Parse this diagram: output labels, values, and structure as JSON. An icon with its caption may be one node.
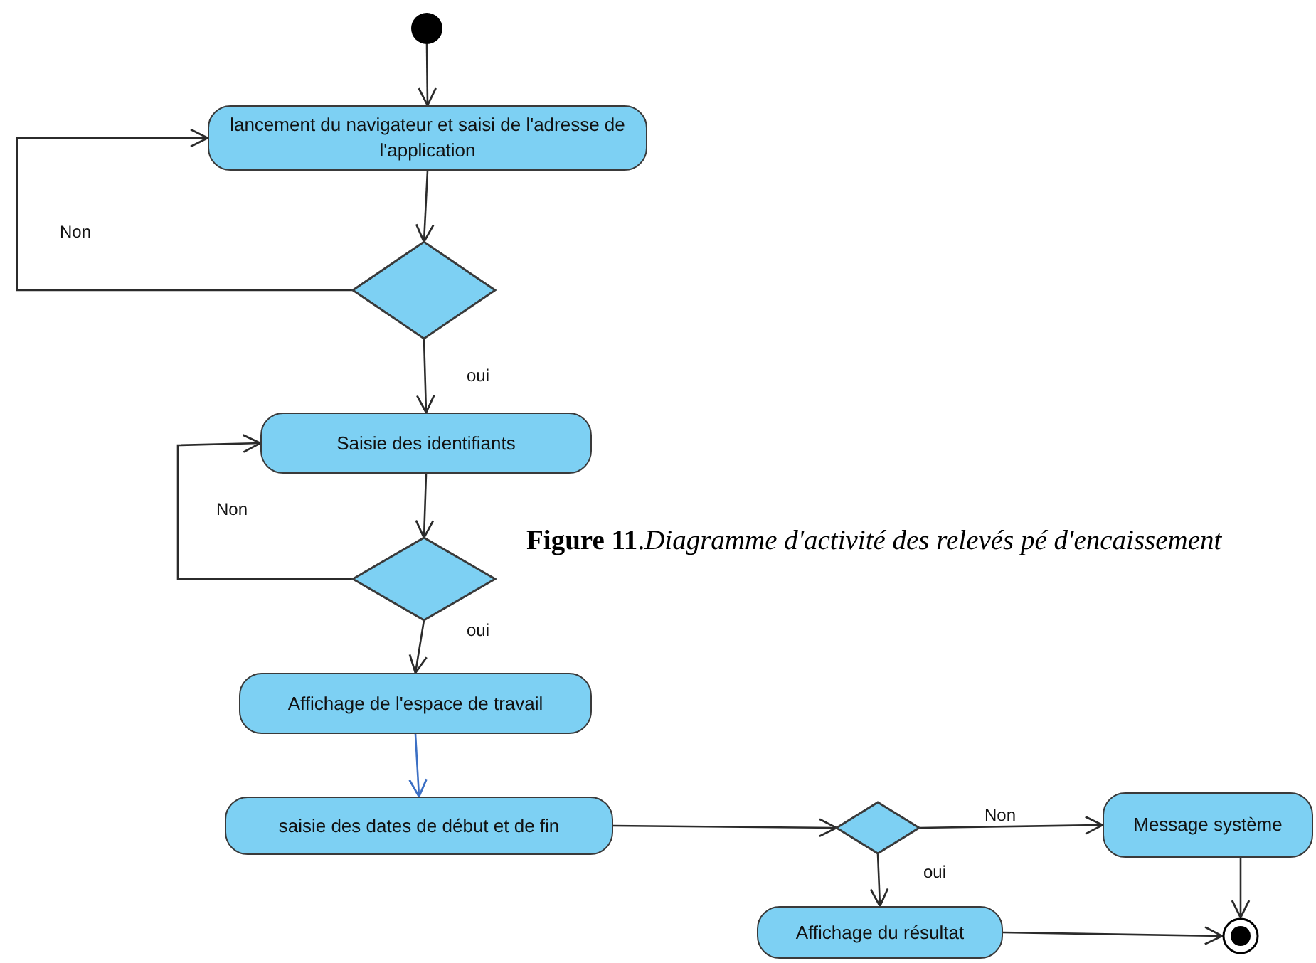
{
  "diagram": {
    "caption": "**Figure 11**.*Diagramme d'activité des relevés pé d'encaissement*",
    "nodes": [
      {
        "text": [],
        "shape": "circle"
      },
      {
        "text": [
          "lancement du navigateur et saisi de l'adresse de l'application"
        ]
      },
      {
        "text": [],
        "shape": "diamond"
      },
      {
        "text": [
          "Saisie des identifiants"
        ]
      },
      {
        "text": [],
        "shape": "diamond"
      },
      {
        "text": [
          "Affichage de l'espace de travail"
        ]
      },
      {
        "text": [
          "saisie des dates de début et de fin"
        ]
      },
      {
        "text": [],
        "shape": "diamond"
      },
      {
        "text": [
          "Message système"
        ]
      },
      {
        "text": [
          "Affichage du résultat"
        ]
      },
      {
        "text": [],
        "shape": "circle"
      }
    ],
    "edges": [
      {
        "from": 0,
        "to": 1,
        "arrow": "to"
      },
      {
        "from": 1,
        "to": 2,
        "arrow": "to"
      },
      {
        "from": 2,
        "to": 1,
        "arrow": "to",
        "label": "Non"
      },
      {
        "from": 2,
        "to": 3,
        "arrow": "to",
        "label": "oui"
      },
      {
        "from": 3,
        "to": 4,
        "arrow": "to"
      },
      {
        "from": 4,
        "to": 3,
        "arrow": "to",
        "label": "Non"
      },
      {
        "from": 4,
        "to": 5,
        "arrow": "to",
        "label": "oui"
      },
      {
        "from": 5,
        "to": 6,
        "arrow": "to",
        "color": "#3b6fc4"
      },
      {
        "from": 6,
        "to": 7,
        "arrow": "to"
      },
      {
        "from": 7,
        "to": 8,
        "arrow": "to",
        "label": "Non"
      },
      {
        "from": 7,
        "to": 9,
        "arrow": "to",
        "label": "oui"
      },
      {
        "from": 8,
        "to": 10,
        "arrow": "to"
      },
      {
        "from": 9,
        "to": 10,
        "arrow": "to"
      }
    ]
  }
}
